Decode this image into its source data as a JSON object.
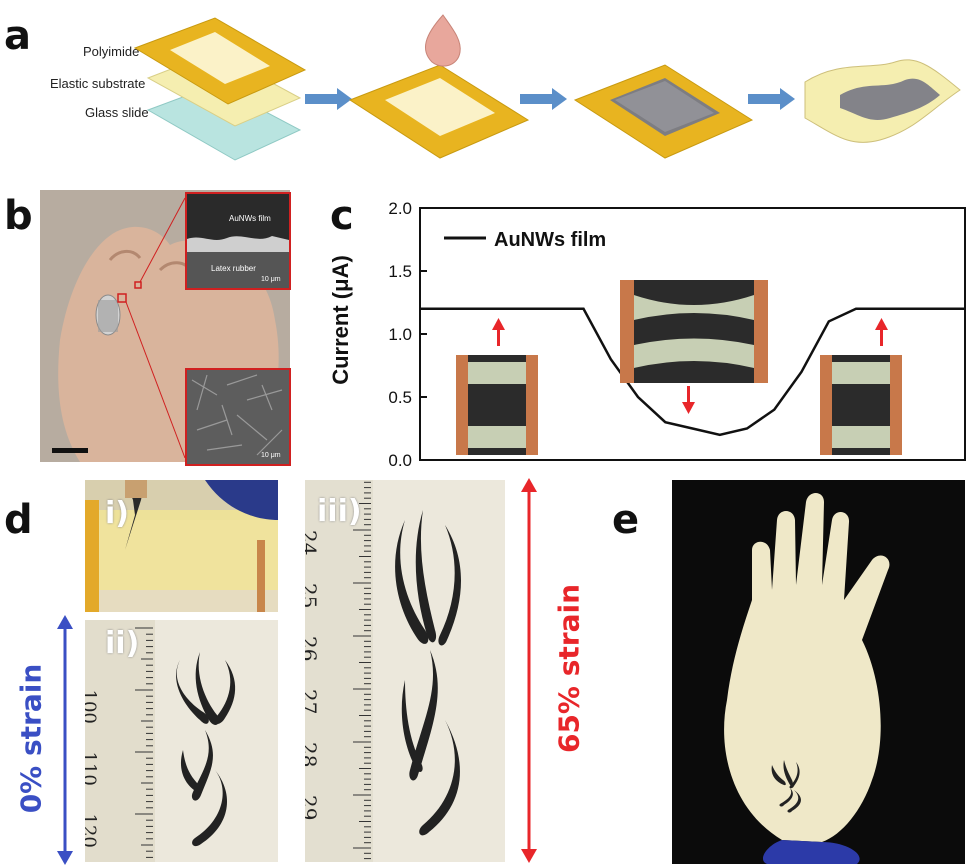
{
  "panels": {
    "a": {
      "letter": "a",
      "labels": [
        "Polyimide",
        "Elastic substrate",
        "Glass slide"
      ]
    },
    "b": {
      "letter": "b"
    },
    "c": {
      "letter": "c"
    },
    "d": {
      "letter": "d",
      "sub_i": "i)",
      "sub_ii": "ii)",
      "sub_iii": "iii)",
      "strain_left": "0% strain",
      "strain_right": "65% strain"
    },
    "e": {
      "letter": "e"
    }
  },
  "sem_labels": {
    "film": "AuNWs film",
    "rubber": "Latex rubber",
    "scale1": "10 μm",
    "scale2": "10 μm"
  },
  "ruler_ii": [
    "100",
    "110",
    "120"
  ],
  "ruler_iii": [
    "24",
    "25",
    "26",
    "27",
    "28",
    "29"
  ],
  "chart_data": {
    "type": "line",
    "ylabel": "Current (μA)",
    "xlabel": "",
    "ylim": [
      0.0,
      2.0
    ],
    "yticks": [
      "0.0",
      "0.5",
      "1.0",
      "1.5",
      "2.0"
    ],
    "legend": "top-left",
    "series": [
      {
        "name": "AuNWs film",
        "x": [
          0,
          0.15,
          0.2,
          0.25,
          0.3,
          0.35,
          0.4,
          0.45,
          0.5,
          0.55,
          0.6,
          0.65,
          0.7,
          0.75,
          0.8,
          0.85,
          1.0
        ],
        "y": [
          1.2,
          1.2,
          1.2,
          1.2,
          1.2,
          0.8,
          0.5,
          0.3,
          0.25,
          0.2,
          0.25,
          0.4,
          0.7,
          1.1,
          1.2,
          1.2,
          1.2
        ]
      }
    ]
  },
  "colors": {
    "polyimide": "#e8b420",
    "substrate": "#f5eeb0",
    "glass": "#b9e4e0",
    "arrow_blue": "#5b8fc9",
    "red": "#e8262a",
    "blue": "#3a4fc4"
  }
}
